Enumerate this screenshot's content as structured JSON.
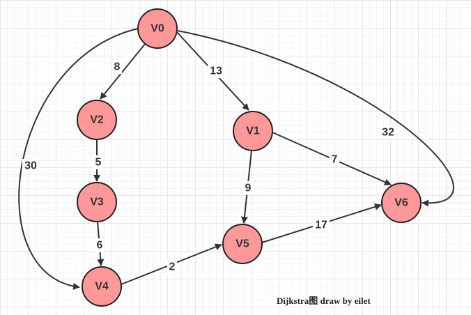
{
  "diagram": {
    "caption": "Dijkstra图  draw by eilet",
    "colors": {
      "node_fill": "#ff9999",
      "node_stroke": "#222222",
      "edge": "#333333"
    },
    "nodes": [
      {
        "id": "V0",
        "label": "V0"
      },
      {
        "id": "V1",
        "label": "V1"
      },
      {
        "id": "V2",
        "label": "V2"
      },
      {
        "id": "V3",
        "label": "V3"
      },
      {
        "id": "V4",
        "label": "V4"
      },
      {
        "id": "V5",
        "label": "V5"
      },
      {
        "id": "V6",
        "label": "V6"
      }
    ],
    "edges": [
      {
        "id": "V0-V2",
        "from": "V0",
        "to": "V2",
        "weight": "8"
      },
      {
        "id": "V0-V1",
        "from": "V0",
        "to": "V1",
        "weight": "13"
      },
      {
        "id": "V0-V4",
        "from": "V0",
        "to": "V4",
        "weight": "30"
      },
      {
        "id": "V0-V6",
        "from": "V0",
        "to": "V6",
        "weight": "32"
      },
      {
        "id": "V2-V3",
        "from": "V2",
        "to": "V3",
        "weight": "5"
      },
      {
        "id": "V3-V4",
        "from": "V3",
        "to": "V4",
        "weight": "6"
      },
      {
        "id": "V4-V5",
        "from": "V4",
        "to": "V5",
        "weight": "2"
      },
      {
        "id": "V1-V5",
        "from": "V1",
        "to": "V5",
        "weight": "9"
      },
      {
        "id": "V1-V6",
        "from": "V1",
        "to": "V6",
        "weight": "7"
      },
      {
        "id": "V5-V6",
        "from": "V5",
        "to": "V6",
        "weight": "17"
      }
    ]
  }
}
